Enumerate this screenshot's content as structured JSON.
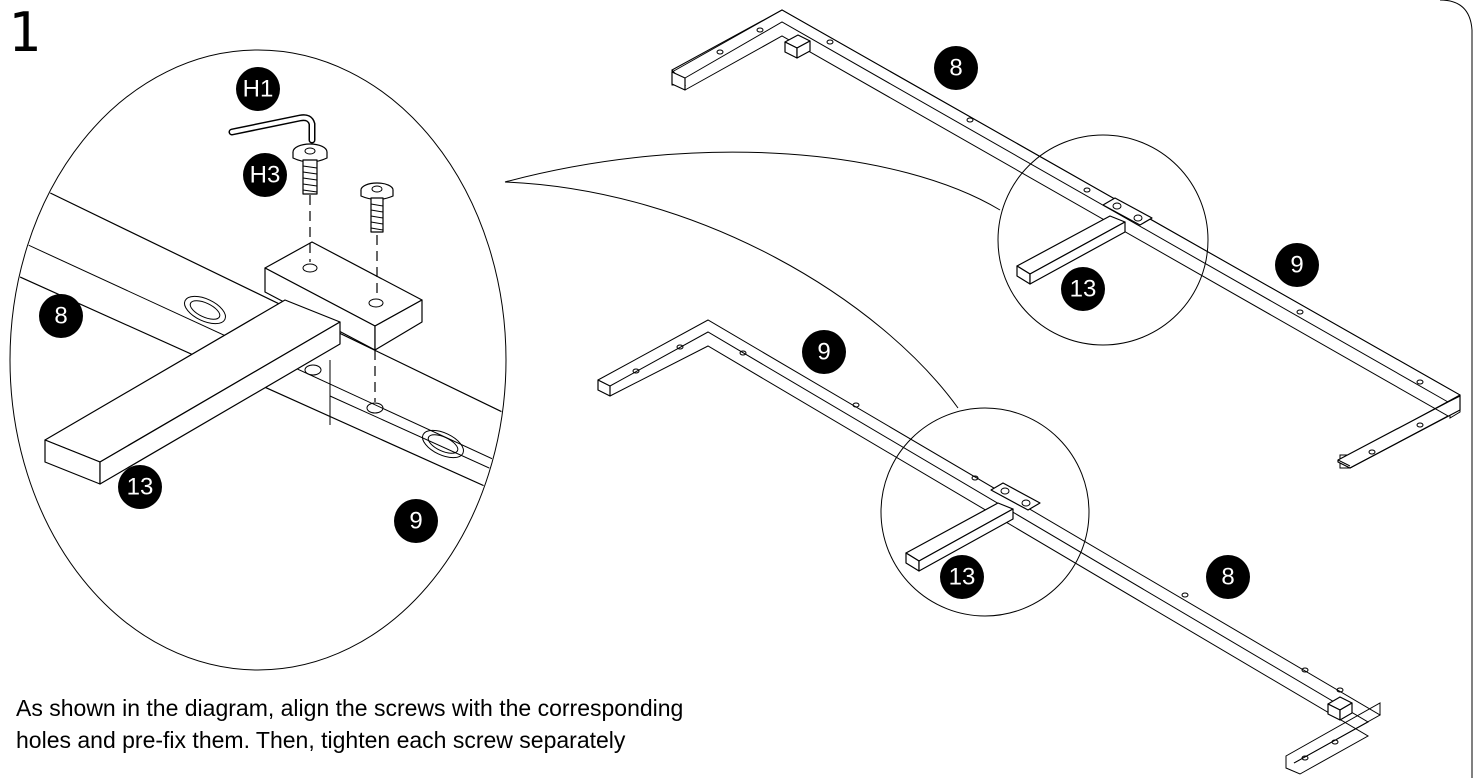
{
  "step": {
    "number": "1"
  },
  "instruction": {
    "line1": "As shown in the diagram, align the screws with the corresponding",
    "line2": "holes and pre-fix them. Then, tighten each screw separately"
  },
  "labels": {
    "tool_h1": "H1",
    "screw_h3": "H3",
    "part_8": "8",
    "part_9": "9",
    "part_13": "13"
  }
}
